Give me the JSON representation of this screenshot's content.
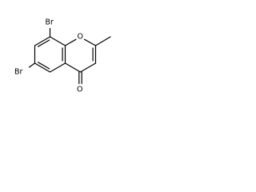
{
  "molecule": {
    "atoms": {
      "br_top": "Br",
      "br_left": "Br",
      "oxygen_ring": "O",
      "oxygen_carbonyl": "O"
    }
  }
}
